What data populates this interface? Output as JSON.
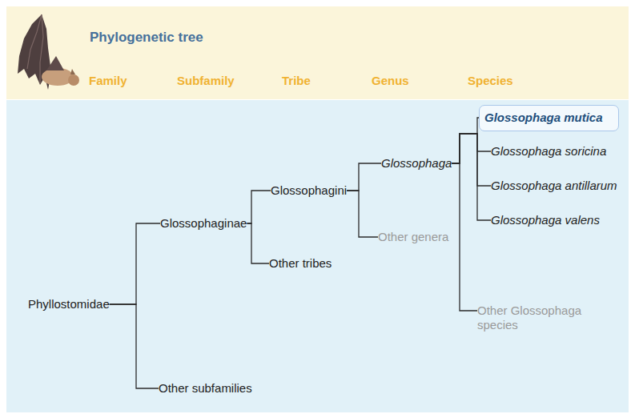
{
  "diagram": {
    "title": "Phylogenetic tree",
    "nodes": [
      {
        "text": [
          "Phyllostomidae"
        ]
      },
      {
        "text": [
          "Glossophaginae"
        ]
      },
      {
        "text": [
          "Other subfamilies"
        ]
      },
      {
        "text": [
          "Glossophagini"
        ]
      },
      {
        "text": [
          "Other tribes"
        ]
      },
      {
        "text": [
          "Glossophaga"
        ]
      },
      {
        "text": [
          "Other genera"
        ]
      },
      {
        "text": [
          "Glossophaga mutica"
        ]
      },
      {
        "text": [
          "Glossophaga soricina"
        ]
      },
      {
        "text": [
          "Glossophaga antillarum"
        ]
      },
      {
        "text": [
          "Glossophaga valens"
        ]
      },
      {
        "text": [
          "Other Glossophaga species"
        ]
      }
    ],
    "edges": [
      {
        "from": 0,
        "to": 1,
        "arrow": "none"
      },
      {
        "from": 0,
        "to": 2,
        "arrow": "none"
      },
      {
        "from": 1,
        "to": 3,
        "arrow": "none"
      },
      {
        "from": 1,
        "to": 4,
        "arrow": "none"
      },
      {
        "from": 3,
        "to": 5,
        "arrow": "none"
      },
      {
        "from": 3,
        "to": 6,
        "arrow": "none"
      },
      {
        "from": 5,
        "to": 7,
        "arrow": "none"
      },
      {
        "from": 5,
        "to": 8,
        "arrow": "none"
      },
      {
        "from": 5,
        "to": 9,
        "arrow": "none"
      },
      {
        "from": 5,
        "to": 10,
        "arrow": "none"
      },
      {
        "from": 5,
        "to": 11,
        "arrow": "none"
      }
    ],
    "labels": [
      "Family",
      "Subfamily",
      "Tribe",
      "Genus",
      "Species"
    ]
  }
}
